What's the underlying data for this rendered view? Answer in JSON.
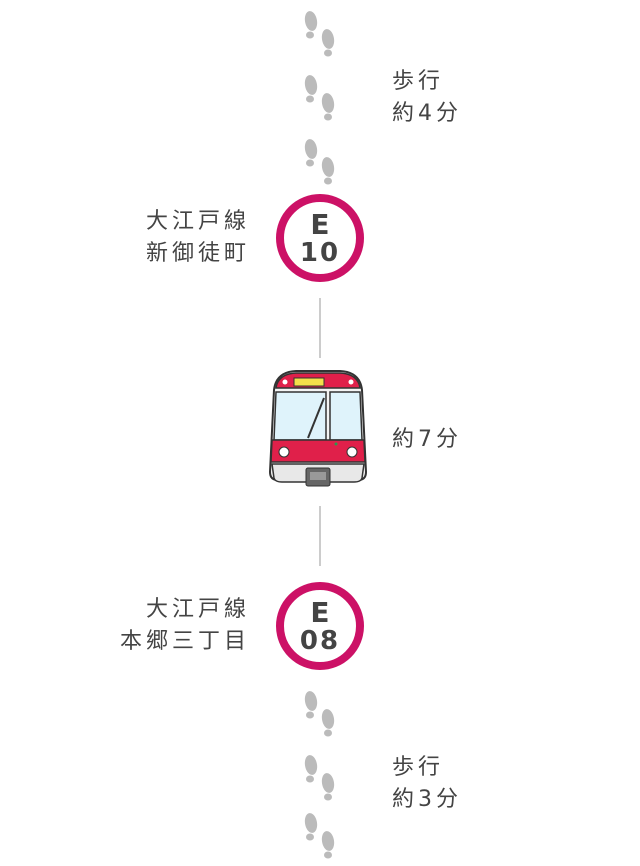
{
  "walk_top": {
    "line1": "歩行",
    "line2": "約4分"
  },
  "station_top": {
    "line_name": "大江戸線",
    "station_name": "新御徒町",
    "code_letter": "E",
    "code_number": "10"
  },
  "ride": {
    "time": "約7分"
  },
  "station_bottom": {
    "line_name": "大江戸線",
    "station_name": "本郷三丁目",
    "code_letter": "E",
    "code_number": "08"
  },
  "walk_bottom": {
    "line1": "歩行",
    "line2": "約3分"
  },
  "colors": {
    "oedo_magenta": "#cc1166",
    "train_red": "#e0204a",
    "footprint": "#bbbbbb",
    "text": "#444444"
  }
}
